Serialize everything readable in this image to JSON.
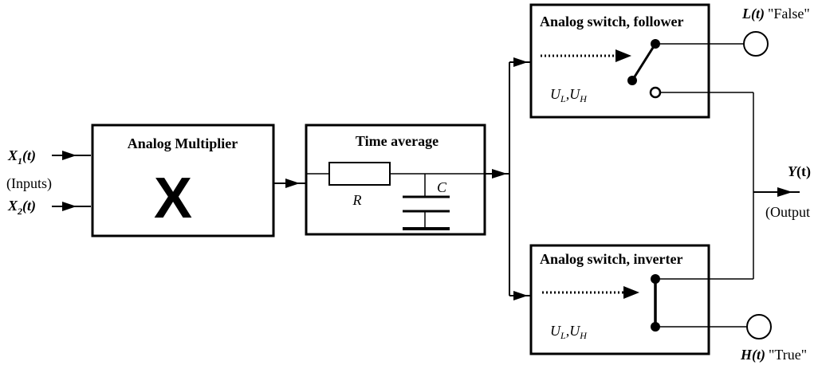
{
  "inputs": {
    "x1_main": "X",
    "x1_sub": "1",
    "x1_arg": "(t)",
    "x2_main": "X",
    "x2_sub": "2",
    "x2_arg": "(t)",
    "label": "(Inputs)"
  },
  "multiplier": {
    "title": "Analog Multiplier",
    "symbol": "X"
  },
  "average": {
    "title": "Time average",
    "resistor": "R",
    "capacitor": "C"
  },
  "follower": {
    "title": "Analog switch, follower",
    "u_l": "U",
    "u_l_sub": "L",
    "comma": ",",
    "u_h": "U",
    "u_h_sub": "H"
  },
  "inverter": {
    "title": "Analog switch, inverter",
    "u_l": "U",
    "u_l_sub": "L",
    "comma": ",",
    "u_h": "U",
    "u_h_sub": "H"
  },
  "terminals": {
    "l_main": "L",
    "l_arg": "(t)",
    "l_state": "\"False\"",
    "h_main": "H",
    "h_arg": "(t)",
    "h_state": "\"True\""
  },
  "output": {
    "y_main": "Y",
    "y_arg": "(t)",
    "label": "(Output"
  }
}
